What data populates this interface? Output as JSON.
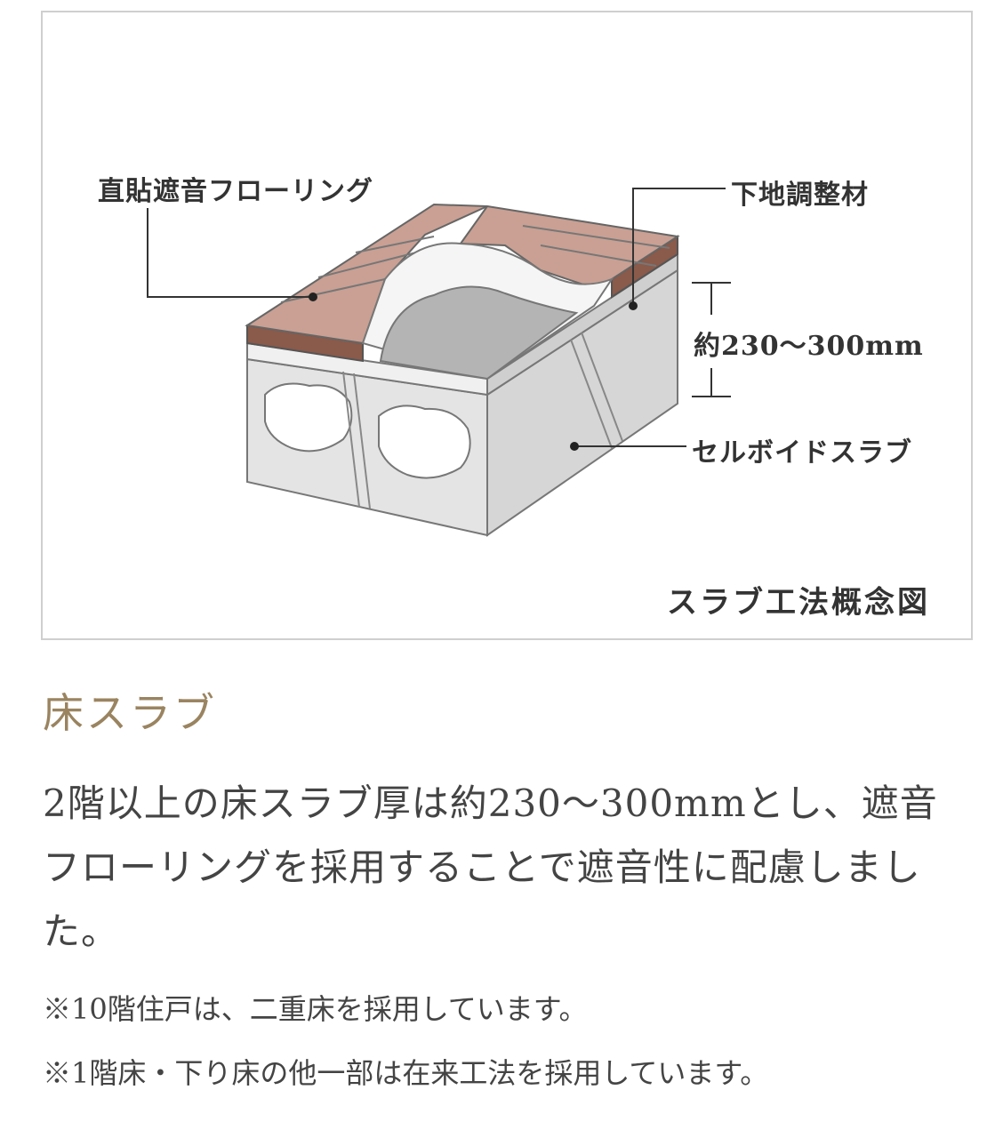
{
  "diagram": {
    "labels": {
      "flooring": "直貼遮音フローリング",
      "base_material": "下地調整材",
      "thickness": "約230～300mm",
      "slab": "セルボイドスラブ"
    },
    "caption": "スラブ工法概念図"
  },
  "section": {
    "title": "床スラブ",
    "body": "2階以上の床スラブ厚は約230～300mmとし、遮音フローリングを採用することで遮音性に配慮しました。",
    "notes": [
      "※10階住戸は、二重床を採用しています。",
      "※1階床・下り床の他一部は在来工法を採用しています。"
    ]
  },
  "colors": {
    "title": "#9a8460",
    "flooring": "#c9a093",
    "slab": "#e2e2e2",
    "frame_border": "#cfcfcf"
  }
}
